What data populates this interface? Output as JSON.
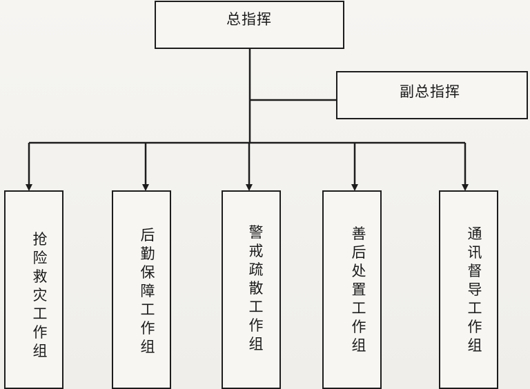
{
  "diagram": {
    "top": {
      "label": "总指挥"
    },
    "deputy": {
      "label": "副总指挥"
    },
    "groups": [
      {
        "label": "抢险救灾工作组"
      },
      {
        "label": "后勤保障工作组"
      },
      {
        "label": "警戒疏散工作组"
      },
      {
        "label": "善后处置工作组"
      },
      {
        "label": "通讯督导工作组"
      }
    ]
  }
}
